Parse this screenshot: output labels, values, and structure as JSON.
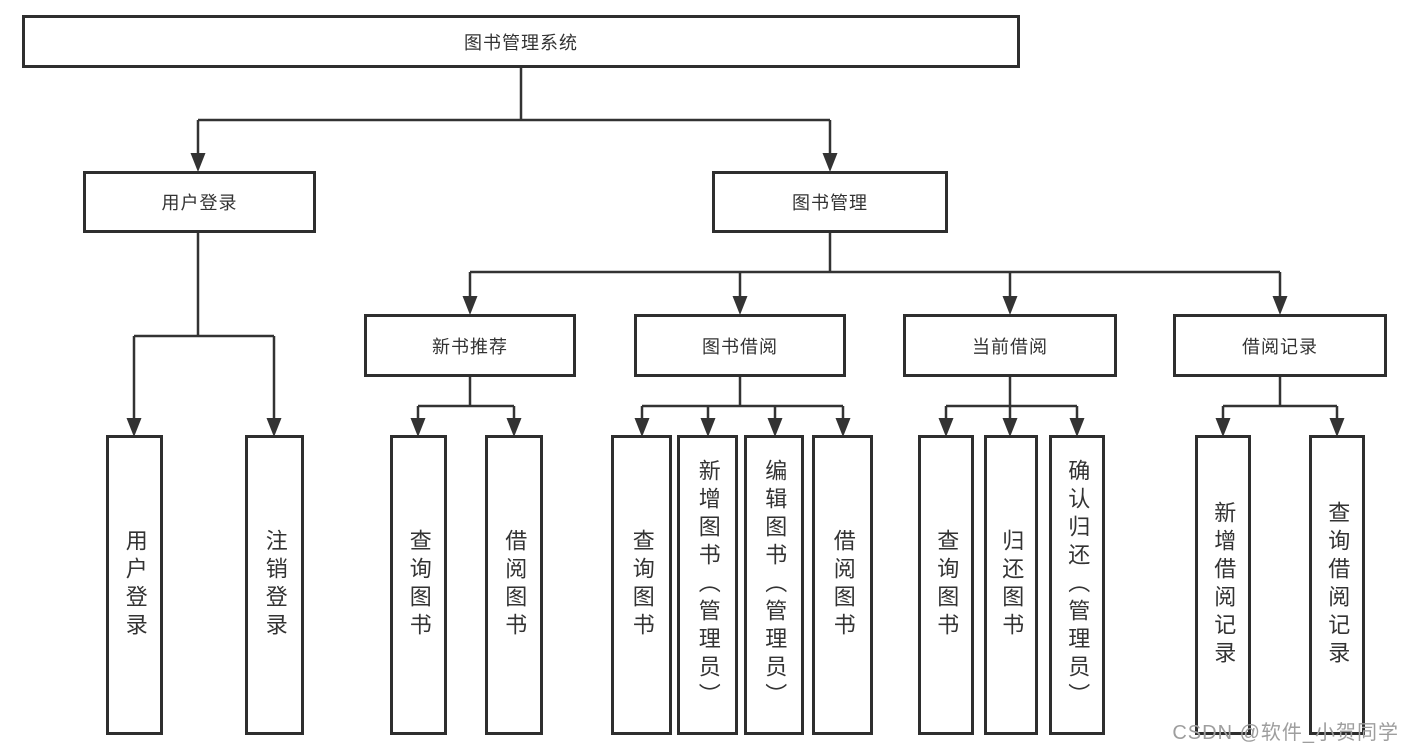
{
  "diagram_type": "hierarchy-tree",
  "colors": {
    "line": "#333333",
    "box_border": "#2e2e2e",
    "box_fill": "#ffffff",
    "text": "#333333",
    "watermark_text": "#9e9e9e"
  },
  "tree": {
    "root": {
      "label": "图书管理系统"
    },
    "branches": [
      {
        "label": "用户登录",
        "children": [
          {
            "label": "用户登录"
          },
          {
            "label": "注销登录"
          }
        ]
      },
      {
        "label": "图书管理",
        "children": [
          {
            "label": "新书推荐",
            "children": [
              {
                "label": "查询图书"
              },
              {
                "label": "借阅图书"
              }
            ]
          },
          {
            "label": "图书借阅",
            "children": [
              {
                "label": "查询图书"
              },
              {
                "label": "新增图书（管理员）"
              },
              {
                "label": "编辑图书（管理员）"
              },
              {
                "label": "借阅图书"
              }
            ]
          },
          {
            "label": "当前借阅",
            "children": [
              {
                "label": "查询图书"
              },
              {
                "label": "归还图书"
              },
              {
                "label": "确认归还（管理员）"
              }
            ]
          },
          {
            "label": "借阅记录",
            "children": [
              {
                "label": "新增借阅记录"
              },
              {
                "label": "查询借阅记录"
              }
            ]
          }
        ]
      }
    ]
  },
  "watermark": {
    "text": "CSDN @软件_小贺同学"
  }
}
